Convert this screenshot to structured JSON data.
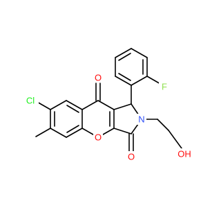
{
  "colors": {
    "bond": "#000000",
    "carbon": "#000000",
    "oxygen": "#ff0d0d",
    "nitrogen": "#3050f8",
    "chlorine": "#1ff01f",
    "fluorine": "#90e050",
    "background": "#ffffff"
  },
  "atom_labels": {
    "cl": "Cl",
    "f": "F",
    "o_ketone": "O",
    "o_ring": "O",
    "o_lactam": "O",
    "n": "N",
    "oh": "OH"
  }
}
